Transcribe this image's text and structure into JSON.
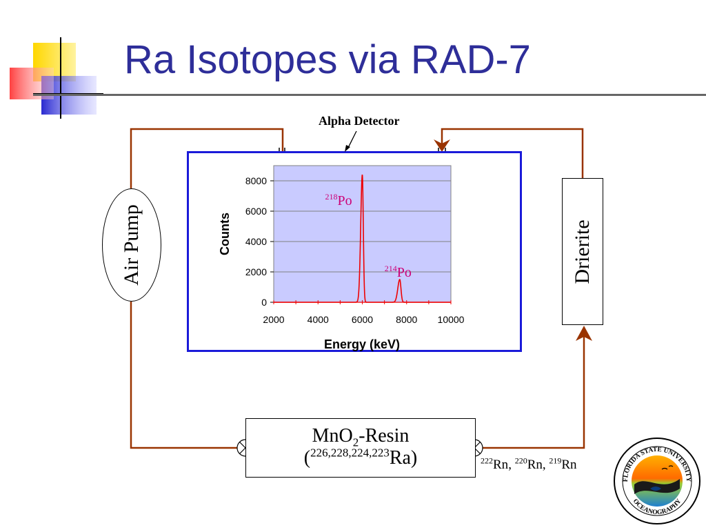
{
  "slide": {
    "title": "Ra Isotopes via RAD-7"
  },
  "diagram": {
    "detector_label": "Alpha Detector",
    "pump_label": "Air Pump",
    "drierite_label": "Drierite",
    "resin": {
      "line1_main": "MnO",
      "line1_sub": "2",
      "line1_rest": "-Resin",
      "line2_open": "(",
      "line2_isotopes": "226,228,224,223",
      "line2_element": "Ra)"
    },
    "radon_outputs": [
      {
        "mass": "222",
        "element": "Rn",
        "sep": ", "
      },
      {
        "mass": "220",
        "element": "Rn",
        "sep": ", "
      },
      {
        "mass": "219",
        "element": "Rn",
        "sep": ""
      }
    ],
    "wire_color": "#993300"
  },
  "chart_data": {
    "type": "line",
    "xlabel": "Energy (keV)",
    "ylabel": "Counts",
    "xlim": [
      2000,
      10000
    ],
    "ylim": [
      0,
      9000
    ],
    "xticks": [
      2000,
      4000,
      6000,
      8000,
      10000
    ],
    "yticks": [
      0,
      2000,
      4000,
      6000,
      8000
    ],
    "grid": true,
    "plot_background": "#c9cbff",
    "line_color": "#ee0000",
    "peaks": [
      {
        "label_mass": "218",
        "label_element": "Po",
        "energy": 6000,
        "counts": 8400,
        "width": 45
      },
      {
        "label_mass": "214",
        "label_element": "Po",
        "energy": 7690,
        "counts": 1500,
        "width": 55
      }
    ],
    "baseline": 0
  },
  "logo": {
    "top_text": "FLORIDA STATE UNIVERSITY",
    "bottom_text": "OCEANOGRAPHY"
  }
}
